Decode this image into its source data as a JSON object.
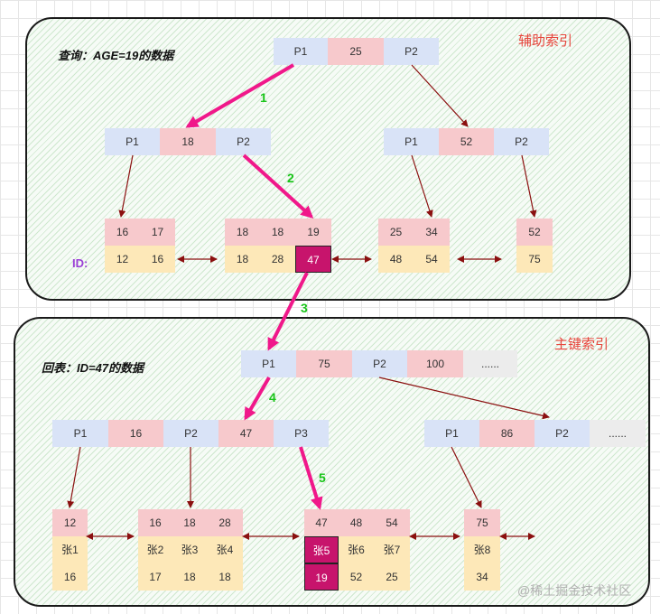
{
  "labels": {
    "secondary_index": "辅助索引",
    "primary_index": "主键索引",
    "query1": "查询：AGE=19的数据",
    "query2": "回表：ID=47的数据",
    "id_label": "ID:",
    "watermark": "@稀土掘金技术社区"
  },
  "steps": [
    "1",
    "2",
    "3",
    "4",
    "5"
  ],
  "sec": {
    "root": [
      "P1",
      "25",
      "P2"
    ],
    "left": [
      "P1",
      "18",
      "P2"
    ],
    "right": [
      "P1",
      "52",
      "P2"
    ],
    "leaf1": [
      "16",
      "17",
      "12",
      "16"
    ],
    "leaf2": [
      "18",
      "18",
      "19",
      "18",
      "28",
      "47"
    ],
    "leaf3": [
      "25",
      "34",
      "48",
      "54"
    ],
    "leaf4": [
      "52",
      "75"
    ]
  },
  "pri": {
    "root": [
      "P1",
      "75",
      "P2",
      "100",
      "......"
    ],
    "left": [
      "P1",
      "16",
      "P2",
      "47",
      "P3"
    ],
    "right": [
      "P1",
      "86",
      "P2",
      "......"
    ],
    "leaf1": [
      "12",
      "张1",
      "16"
    ],
    "leaf2": [
      "16",
      "18",
      "28",
      "张2",
      "张3",
      "张4",
      "17",
      "18",
      "18"
    ],
    "leaf3": [
      "47",
      "48",
      "54",
      "张5",
      "张6",
      "张7",
      "19",
      "52",
      "25"
    ],
    "leaf4": [
      "75",
      "张8",
      "34"
    ]
  }
}
